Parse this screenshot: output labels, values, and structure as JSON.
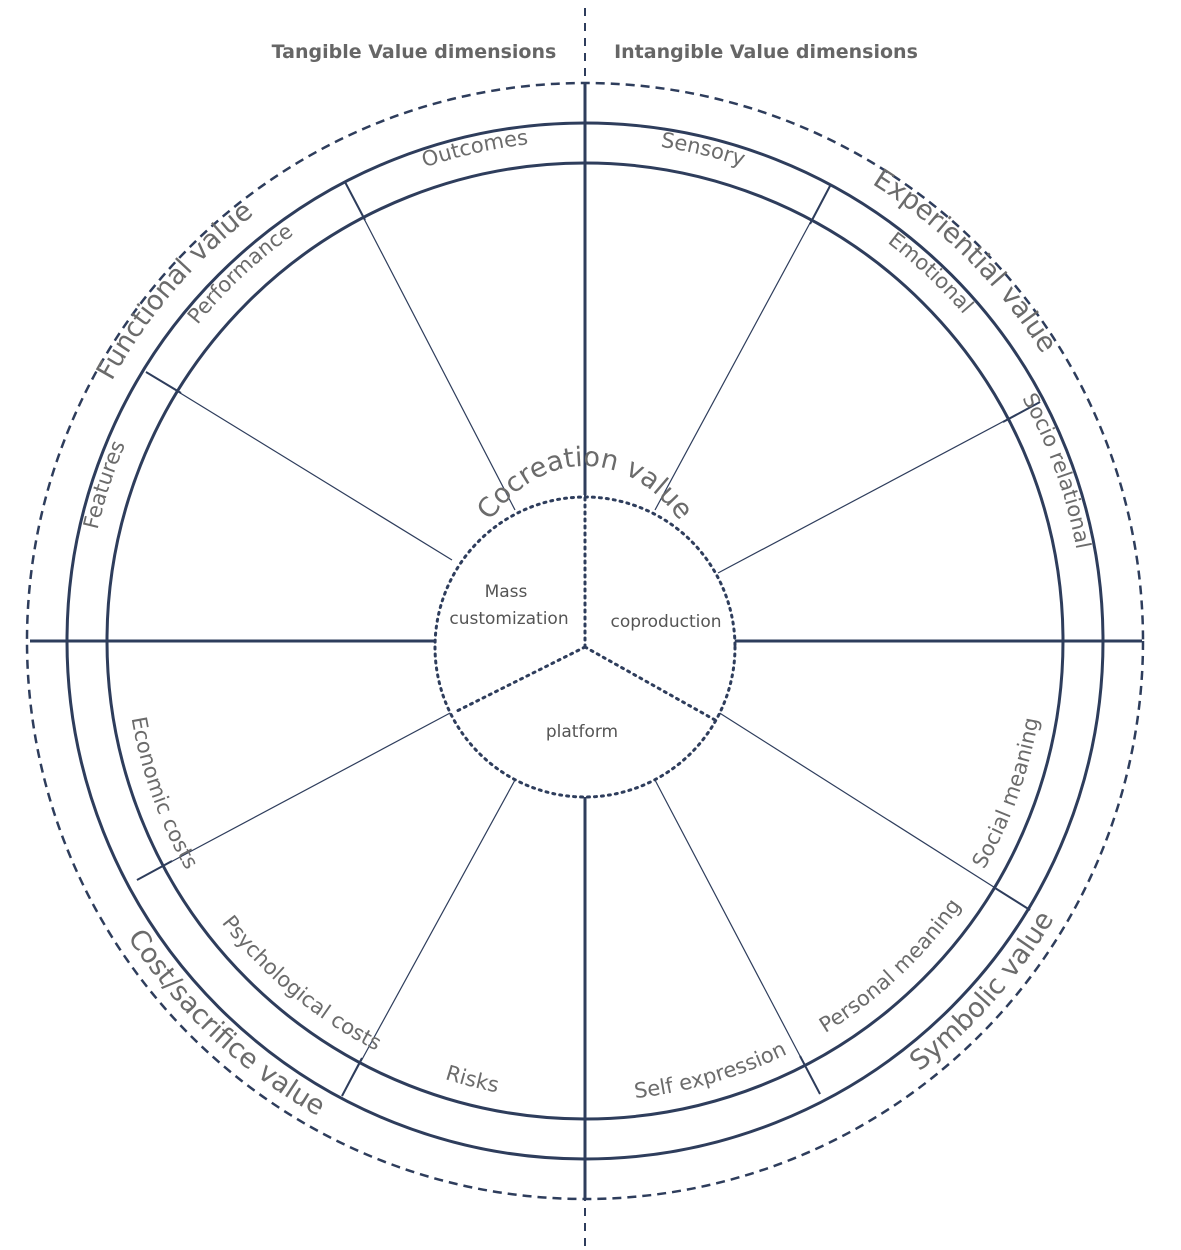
{
  "colors": {
    "line": "#2e3d5c",
    "text": "#6b6b6b"
  },
  "header": {
    "left": "Tangible Value dimensions",
    "right": "Intangible Value dimensions"
  },
  "center_title": "Cocreation value",
  "inner": {
    "mass_line1": "Mass",
    "mass_line2": "customization",
    "coproduction": "coproduction",
    "platform": "platform"
  },
  "value_groups": {
    "functional": "Functional value",
    "experiential": "Experiential value",
    "cost": "Cost/sacrifice value",
    "symbolic": "Symbolic value"
  },
  "sub_dimensions": {
    "outcomes": "Outcomes",
    "performance": "Performance",
    "features": "Features",
    "sensory": "Sensory",
    "emotional": "Emotional",
    "socio_relational": "Socio relational",
    "economic_costs": "Economic costs",
    "psychological_costs": "Psychological costs",
    "risks": "Risks",
    "social_meaning": "Social meaning",
    "personal_meaning": "Personal meaning",
    "self_expression": "Self expression"
  }
}
